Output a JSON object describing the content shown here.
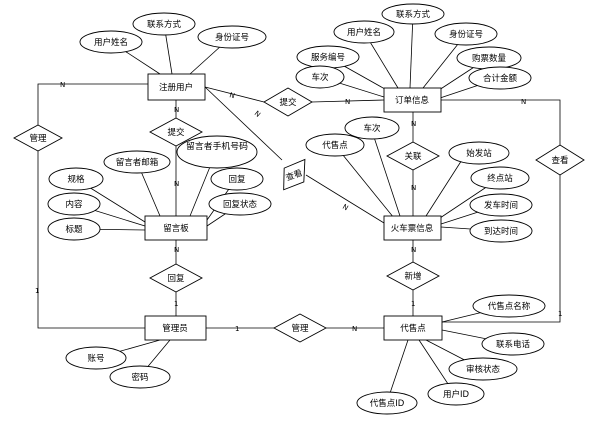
{
  "entities": {
    "registered_user": "注册用户",
    "order_info": "订单信息",
    "message_board": "留言板",
    "train_ticket_info": "火车票信息",
    "administrator": "管理员",
    "agent_point": "代售点"
  },
  "relationships": {
    "submit_order": "提交",
    "submit_message": "提交",
    "view_ticket": "查看",
    "associate": "关联",
    "manage_user": "管理",
    "view_order": "查看",
    "reply": "回复",
    "manage_agent": "管理",
    "add": "新增"
  },
  "attributes": {
    "user": {
      "name": "用户姓名",
      "contact": "联系方式",
      "id_card": "身份证号"
    },
    "order": {
      "contact": "联系方式",
      "name": "用户姓名",
      "id_card": "身份证号",
      "service_no": "服务编号",
      "ticket_qty": "购票数量",
      "train_no": "车次",
      "total": "合计金额"
    },
    "message": {
      "email": "留言者邮箱",
      "phone": "留言者手机号码",
      "title": "规格",
      "content": "内容",
      "subject": "标题",
      "reply": "回复",
      "reply_status": "回复状态"
    },
    "ticket": {
      "train_no": "车次",
      "agent_point": "代售点",
      "departure": "始发站",
      "terminal": "终点站",
      "depart_time": "发车时间",
      "arrive_time": "到达时间"
    },
    "admin": {
      "account": "账号",
      "password": "密码"
    },
    "agent": {
      "name": "代售点名称",
      "phone": "联系电话",
      "audit": "审核状态",
      "user_id": "用户ID",
      "agent_id": "代售点ID"
    }
  },
  "cardinalities": {
    "n": "N",
    "one": "1"
  }
}
